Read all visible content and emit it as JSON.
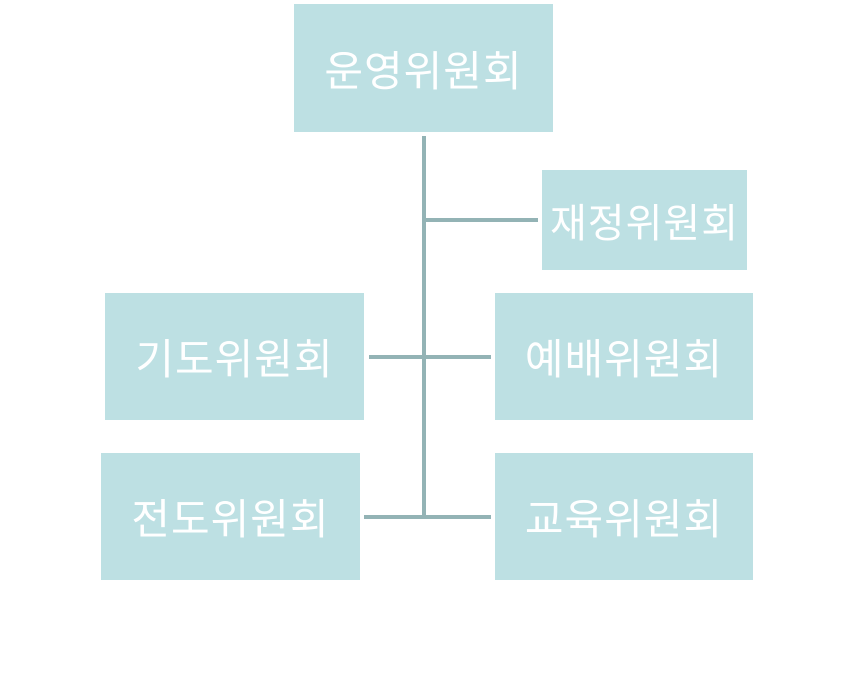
{
  "colors": {
    "box_fill": "#bde0e3",
    "line": "#93b3b5",
    "text": "#ffffff",
    "background": "#ffffff"
  },
  "org_chart": {
    "root": {
      "label": "운영위원회"
    },
    "committees": [
      {
        "id": "finance",
        "label": "재정위원회"
      },
      {
        "id": "prayer",
        "label": "기도위원회"
      },
      {
        "id": "worship",
        "label": "예배위원회"
      },
      {
        "id": "evangelism",
        "label": "전도위원회"
      },
      {
        "id": "education",
        "label": "교육위원회"
      }
    ]
  }
}
